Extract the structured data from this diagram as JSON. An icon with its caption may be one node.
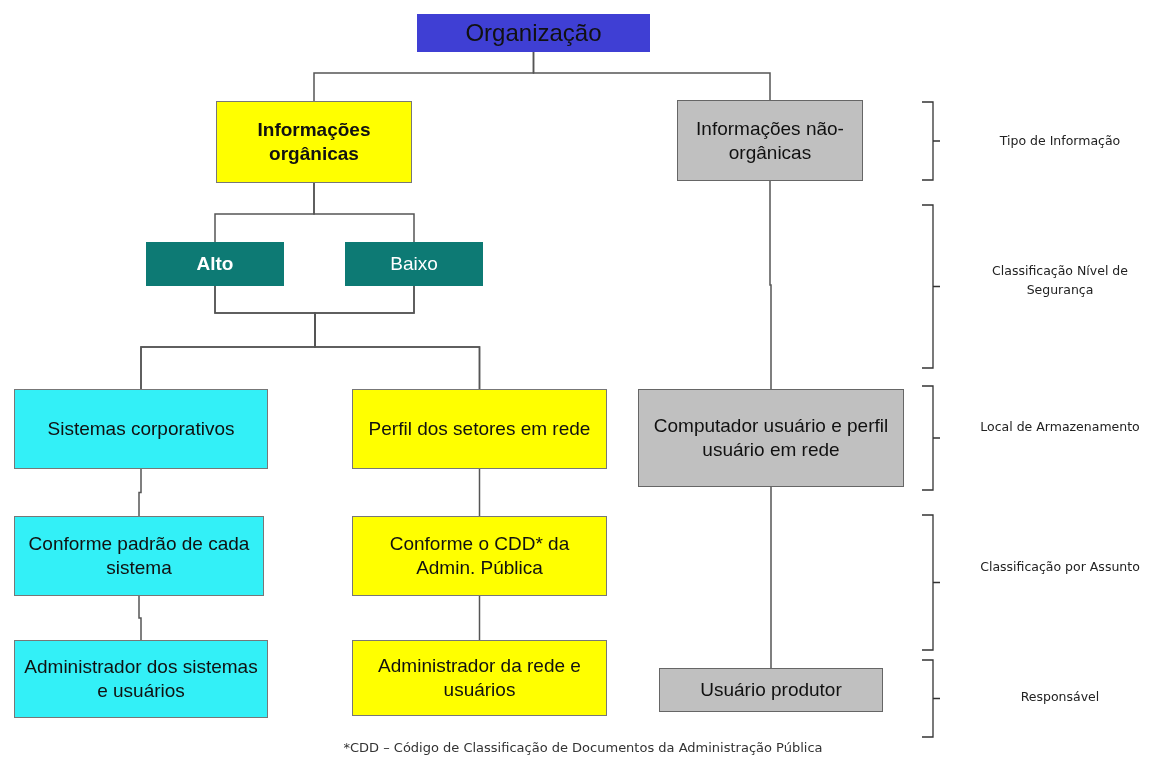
{
  "diagram": {
    "caption": "*CDD – Código de Classificação de Documentos da Administração Pública",
    "nodes": [
      {
        "text": [
          "Organização"
        ]
      },
      {
        "text": [
          "Informações orgânicas"
        ]
      },
      {
        "text": [
          "Informações não-orgânicas"
        ]
      },
      {
        "text": [
          "Alto"
        ]
      },
      {
        "text": [
          "Baixo"
        ]
      },
      {
        "text": [
          "Sistemas corporativos"
        ]
      },
      {
        "text": [
          "Perfil dos setores em rede"
        ]
      },
      {
        "text": [
          "Computador usuário e perfil usuário em rede"
        ]
      },
      {
        "text": [
          "Conforme padrão de cada sistema"
        ]
      },
      {
        "text": [
          "Conforme o CDD* da Admin. Pública"
        ]
      },
      {
        "text": [
          "Administrador dos sistemas e usuários"
        ]
      },
      {
        "text": [
          "Administrador da rede e usuários"
        ]
      },
      {
        "text": [
          "Usuário produtor"
        ]
      }
    ],
    "edges": [
      {
        "from": 0,
        "to": 1,
        "arrow": "none"
      },
      {
        "from": 0,
        "to": 2,
        "arrow": "none"
      },
      {
        "from": 1,
        "to": 3,
        "arrow": "none"
      },
      {
        "from": 1,
        "to": 4,
        "arrow": "none"
      },
      {
        "from": 2,
        "to": 7,
        "arrow": "none"
      },
      {
        "from": 3,
        "to": 5,
        "arrow": "none"
      },
      {
        "from": 3,
        "to": 6,
        "arrow": "none"
      },
      {
        "from": 4,
        "to": 5,
        "arrow": "none"
      },
      {
        "from": 4,
        "to": 6,
        "arrow": "none"
      },
      {
        "from": 5,
        "to": 8,
        "arrow": "none"
      },
      {
        "from": 8,
        "to": 10,
        "arrow": "none"
      },
      {
        "from": 6,
        "to": 9,
        "arrow": "none"
      },
      {
        "from": 9,
        "to": 11,
        "arrow": "none"
      },
      {
        "from": 7,
        "to": 12,
        "arrow": "none"
      }
    ],
    "labels": [
      "Tipo de Informação",
      "Classificação Nível de Segurança",
      "Local de Armazenamento",
      "Classificação por Assunto",
      "Responsável"
    ]
  }
}
